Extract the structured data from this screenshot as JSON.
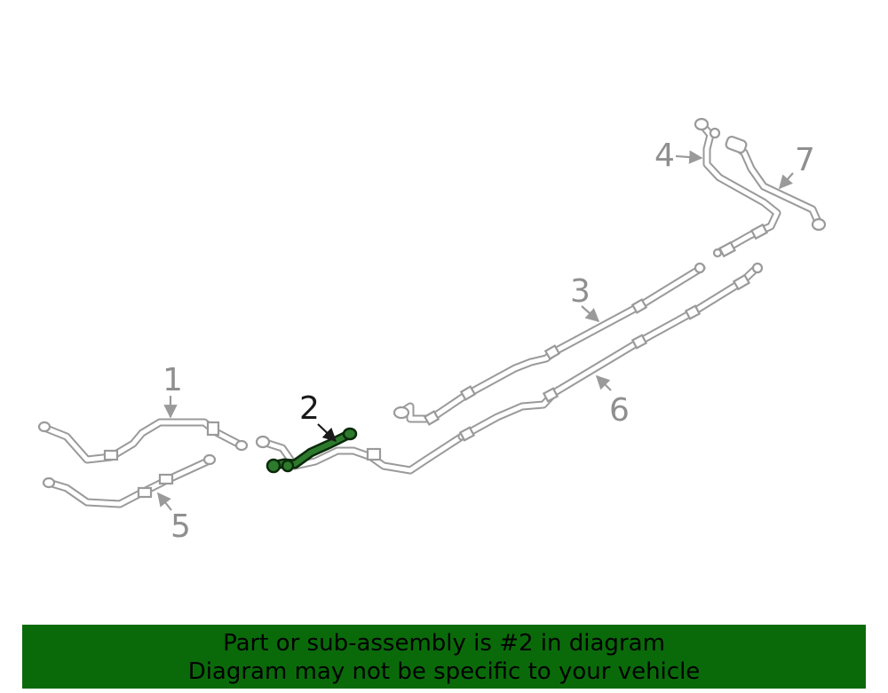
{
  "diagram": {
    "callouts": [
      "1",
      "2",
      "3",
      "4",
      "5",
      "6",
      "7"
    ],
    "highlighted_part": "2",
    "colors": {
      "highlight": "#2d7a2d",
      "banner": "#0a6a0a",
      "lines": "#9a9a9a"
    }
  },
  "banner": {
    "line1": "Part or sub-assembly is #2 in diagram",
    "line2": "Diagram may not be specific to your vehicle"
  }
}
